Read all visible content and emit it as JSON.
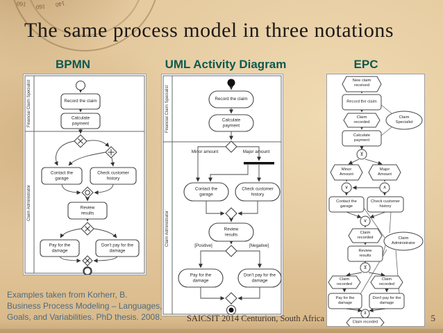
{
  "slide": {
    "title": "The same process model in three notations",
    "footer": "SAICSIT 2014 Centurion, South Africa",
    "page_number": "5"
  },
  "columns": {
    "bpmn": "BPMN",
    "uml": "UML Activity Diagram",
    "epc": "EPC"
  },
  "lanes": {
    "specialist": "Financial Claim Specialist",
    "admin": "Claim Administrator"
  },
  "labels": {
    "record": "Record the claim",
    "calculate": "Calculate payment",
    "contact": "Contact the garage",
    "check": "Check customer history",
    "review": "Review results",
    "pay": "Pay for the damage",
    "dontpay": "Don't pay for the damage"
  },
  "uml": {
    "guards": {
      "minor": "Minor amount",
      "major": "Major amount",
      "positive": "[Positive]",
      "negative": "[Negative]"
    }
  },
  "epc": {
    "events": {
      "new_claim": "New claim received",
      "claim_recorded": "Claim recorded",
      "minor": "Minor Amount",
      "major": "Major Amount"
    },
    "roles": {
      "specialist": "Claim Specialist",
      "administrator": "Claim Administrator"
    },
    "connectors": {
      "xor": "⊻",
      "and": "∧",
      "or": "∨"
    }
  },
  "citation": {
    "line1": "Examples taken from Korherr, B.",
    "line2": "Business Process Modeling – Languages,",
    "line3": "Goals, and Variabilities.  PhD thesis. 2008."
  },
  "decor": {
    "compass_numbers": [
      "160",
      "160",
      "140"
    ]
  },
  "colors": {
    "background": "#e2c69c",
    "heading_teal": "#0d5a50",
    "title_text": "#1c1a17",
    "citation_blue": "#4d6a80",
    "footer_text": "#40342a"
  }
}
